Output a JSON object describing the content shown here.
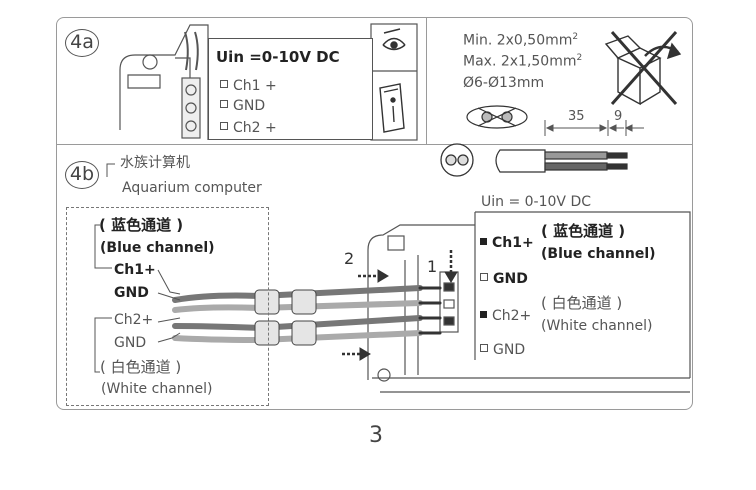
{
  "step_4a": {
    "badge": "4a"
  },
  "step_4b": {
    "badge": "4b"
  },
  "label_4a": {
    "title": "Uin =0-10V DC",
    "terminals": [
      "Ch1 +",
      "GND",
      "Ch2 +"
    ]
  },
  "wire_spec": {
    "min": "Min. 2x0,50mm",
    "min_sup": "2",
    "max": "Max. 2x1,50mm",
    "max_sup": "2",
    "diameter": "Ø6-Ø13mm",
    "dim_strip": "35",
    "dim_end": "9"
  },
  "computer": {
    "name_cn": "水族计算机",
    "name_en": "Aquarium computer"
  },
  "left_group": {
    "blue_cn": "( 蓝色通道 )",
    "blue_en": "(Blue channel)",
    "ch1": "Ch1+",
    "gnd1": "GND",
    "ch2": "Ch2+",
    "gnd2": "GND",
    "white_cn": "( 白色通道 )",
    "white_en": "(White channel)"
  },
  "right_panel": {
    "uin": "Uin = 0-10V DC",
    "ch1": "Ch1+",
    "blue_cn": "( 蓝色通道 )",
    "blue_en": "(Blue channel)",
    "gnd1": "GND",
    "ch2": "Ch2+",
    "white_cn": "( 白色通道 )",
    "white_en": "(White channel)",
    "gnd2": "GND"
  },
  "steps": {
    "one": "1",
    "two": "2"
  },
  "page_number": "3",
  "colors": {
    "line": "#9a9a9a",
    "ink": "#222222",
    "wire_dark": "#555555",
    "wire_light": "#aaaaaa"
  },
  "icons": [
    "eye-icon",
    "manual-book-icon",
    "no-box-icon",
    "wire-cross-section-icon",
    "cable-gland-icon",
    "arrow-right-icon"
  ]
}
